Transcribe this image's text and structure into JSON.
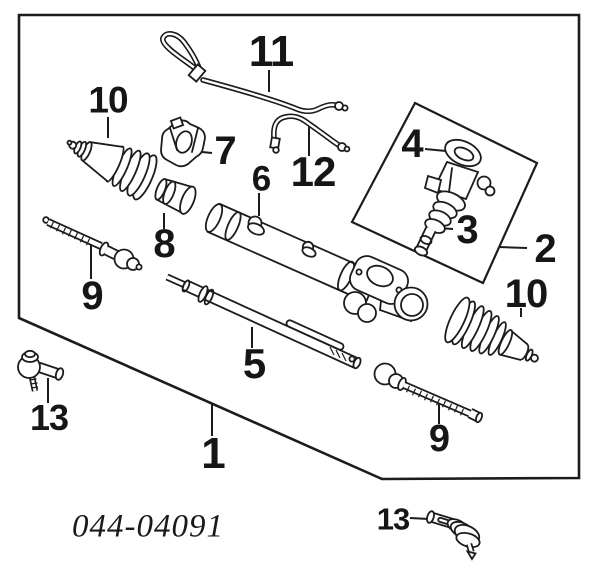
{
  "diagram": {
    "code": "044-04091",
    "type": "exploded-parts-diagram",
    "subject": "steering rack and pinion assembly",
    "colors": {
      "background": "#ffffff",
      "line": "#1c1c1c"
    }
  },
  "labels": {
    "n1": "1",
    "n2": "2",
    "n3": "3",
    "n4": "4",
    "n5": "5",
    "n6": "6",
    "n7": "7",
    "n8": "8",
    "n9_left": "9",
    "n9_right": "9",
    "n10_left": "10",
    "n10_right": "10",
    "n11": "11",
    "n12": "12",
    "n13_left": "13",
    "n13_right": "13"
  }
}
